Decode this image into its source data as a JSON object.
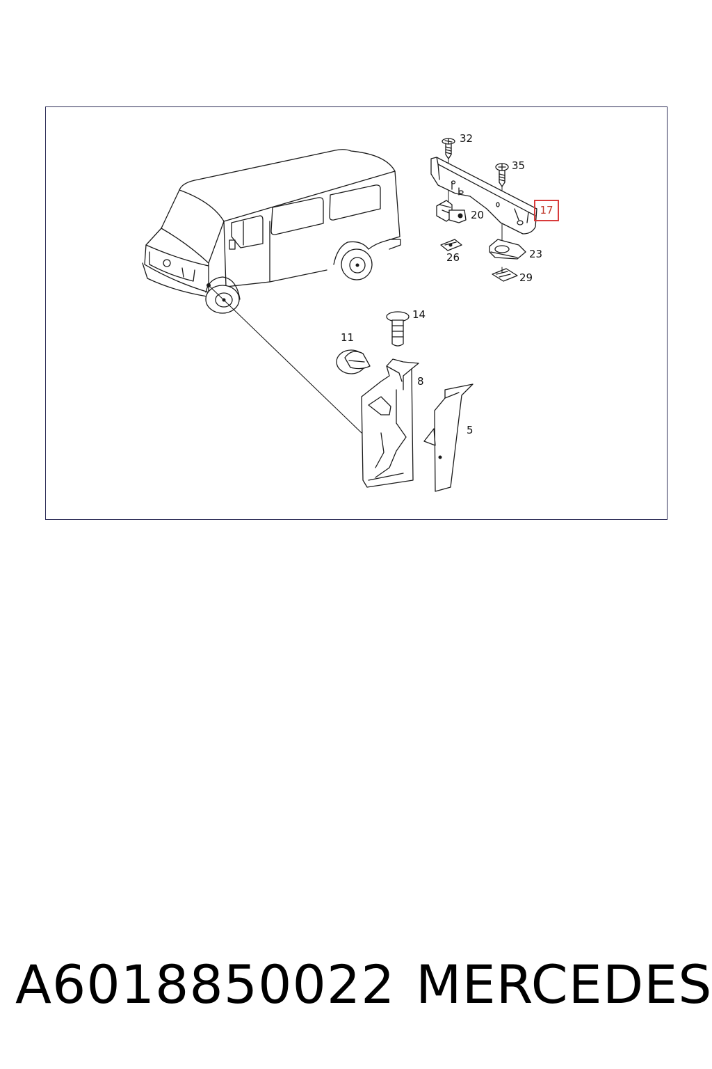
{
  "callouts": {
    "c32": "32",
    "c35": "35",
    "c17": "17",
    "c20": "20",
    "c26": "26",
    "c23": "23",
    "c29": "29",
    "c14": "14",
    "c11": "11",
    "c8": "8",
    "c5": "5"
  },
  "highlight_color": "#d83a3a",
  "footer": {
    "part_number": "A6018850022",
    "brand": "MERCEDES"
  }
}
